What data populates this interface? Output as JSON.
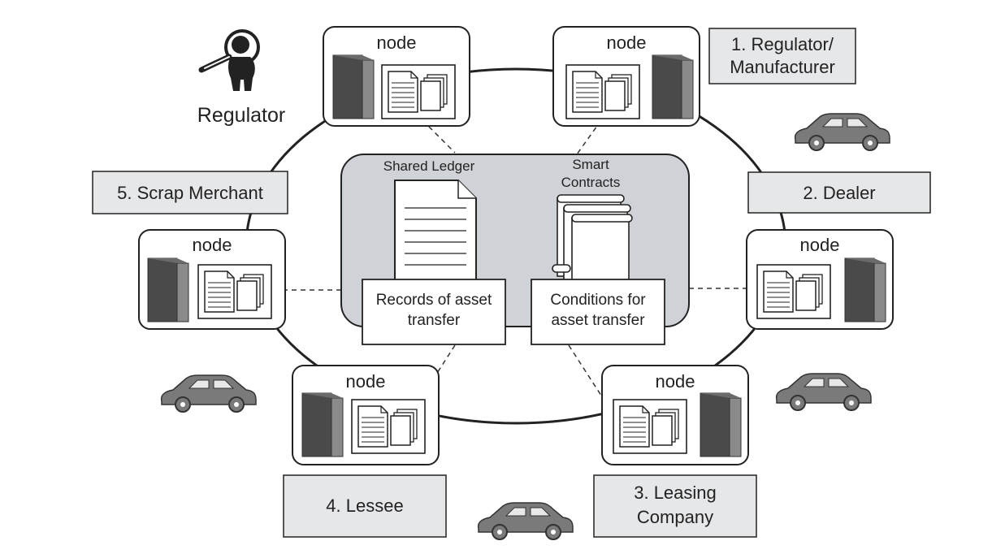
{
  "regulator": {
    "label": "Regulator",
    "icon": "magnifier-person-icon"
  },
  "nodes": {
    "title": "node",
    "items": [
      {
        "id": "top-left",
        "title": "node"
      },
      {
        "id": "top-right",
        "title": "node"
      },
      {
        "id": "left",
        "title": "node"
      },
      {
        "id": "right",
        "title": "node"
      },
      {
        "id": "bottom-left",
        "title": "node"
      },
      {
        "id": "bottom-right",
        "title": "node"
      }
    ]
  },
  "parties": {
    "p1_line1": "1. Regulator/",
    "p1_line2": "Manufacturer",
    "p2": "2. Dealer",
    "p3_line1": "3. Leasing",
    "p3_line2": "Company",
    "p4": "4. Lessee",
    "p5": "5. Scrap Merchant"
  },
  "center": {
    "ledger_title": "Shared Ledger",
    "contracts_line1": "Smart",
    "contracts_line2": "Contracts",
    "records_line1": "Records of asset",
    "records_line2": "transfer",
    "conditions_line1": "Conditions for",
    "conditions_line2": "asset transfer"
  },
  "colors": {
    "ring": "#222222",
    "center_fill": "#cfd2d6",
    "party_fill": "#e6e7e9",
    "server_dark": "#4a4a4a",
    "server_light": "#8a8a8a",
    "car": "#7a7a7a"
  }
}
